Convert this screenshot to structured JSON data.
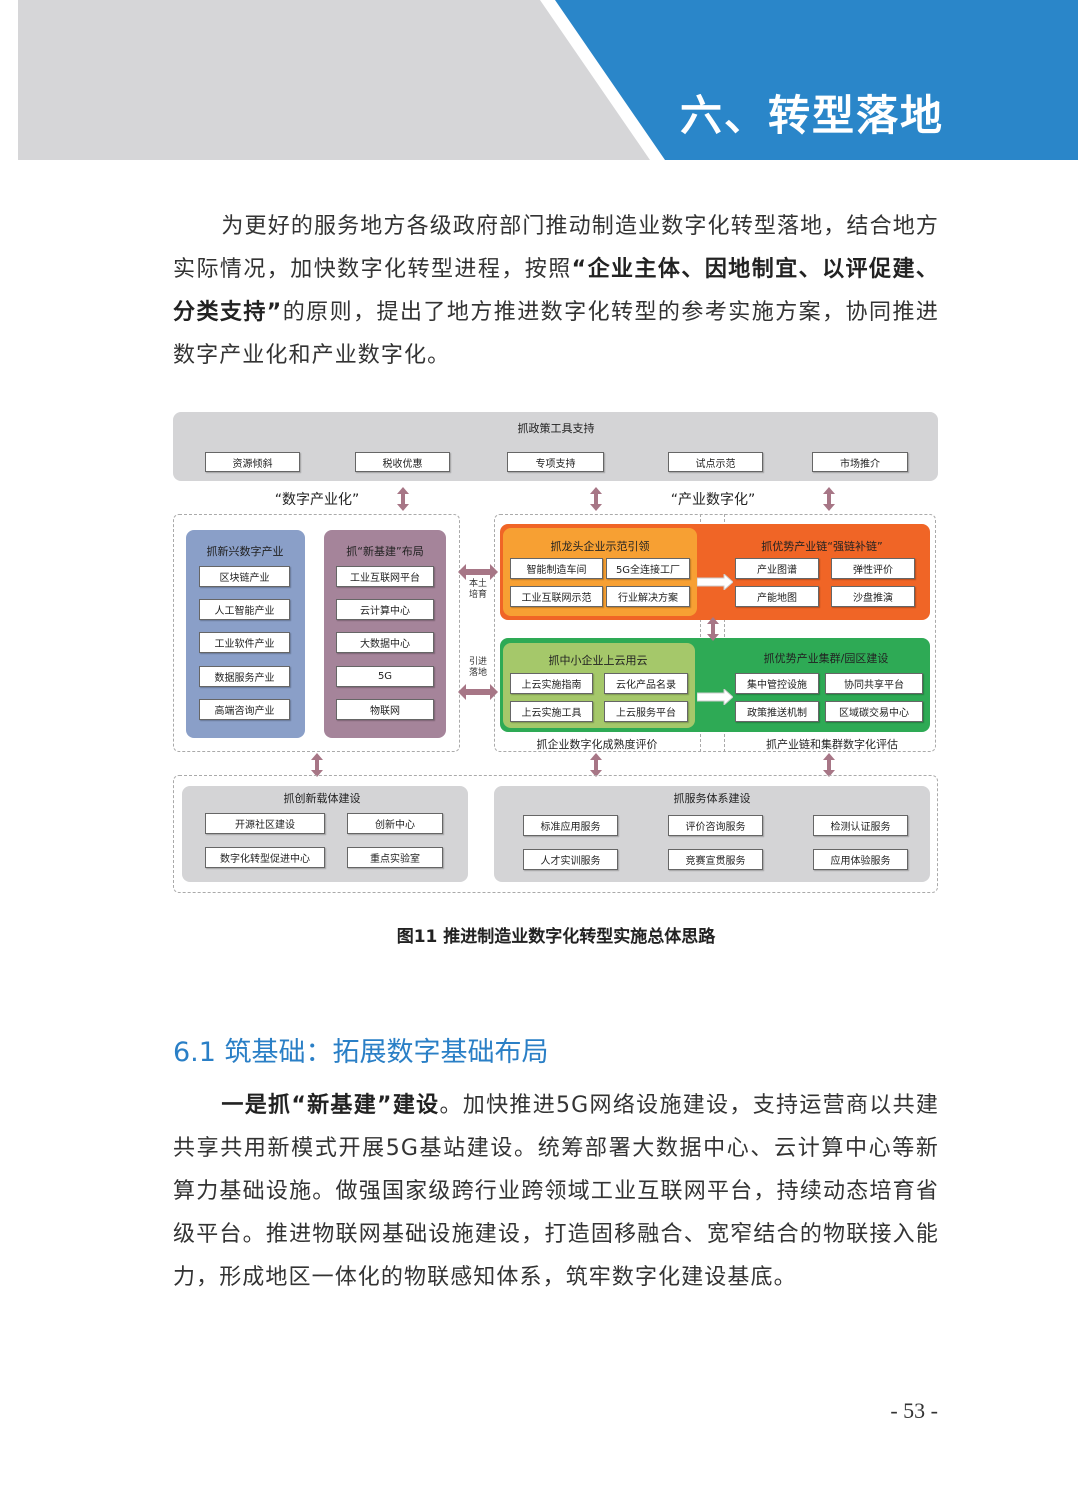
{
  "header": {
    "title": "六、转型落地"
  },
  "intro": {
    "p1a": "为更好的服务地方各级政府部门推动制造业数字化转型落地，结合地方实际情况，加快数字化转型进程，按照",
    "p1b": "“企业主体、因地制宜、以评促建、分类支持”",
    "p1c": "的原则，提出了地方推进数字化转型的参考实施方案，协同推进数字产业化和产业数字化。"
  },
  "diagram": {
    "policy": {
      "title": "抓政策工具支持",
      "items": [
        "资源倾斜",
        "税收优惠",
        "专项支持",
        "试点示范",
        "市场推介"
      ]
    },
    "digital_industrialization": "“数字产业化”",
    "industrial_digitalization": "“产业数字化”",
    "emerging": {
      "title": "抓新兴数字产业",
      "items": [
        "区块链产业",
        "人工智能产业",
        "工业软件产业",
        "数据服务产业",
        "高端咨询产业"
      ]
    },
    "new_infra": {
      "title": "抓“新基建”布局",
      "items": [
        "工业互联网平台",
        "云计算中心",
        "大数据中心",
        "5G",
        "物联网"
      ]
    },
    "local_cultivation": "本土培育",
    "introduce": "引进落地",
    "leader": {
      "title": "抓龙头企业示范引领",
      "items": [
        "智能制造车间",
        "5G全连接工厂",
        "工业互联网示范",
        "行业解决方案"
      ]
    },
    "chain": {
      "title": "抓优势产业链“强链补链”",
      "items": [
        "产业图谱",
        "弹性评价",
        "产能地图",
        "沙盘推演"
      ]
    },
    "sme": {
      "title": "抓中小企业上云用云",
      "items": [
        "上云实施指南",
        "云化产品名录",
        "上云实施工具",
        "上云服务平台"
      ]
    },
    "cluster": {
      "title": "抓优势产业集群/园区建设",
      "items": [
        "集中管控设施",
        "协同共享平台",
        "政策推送机制",
        "区域碳交易中心"
      ]
    },
    "maturity": "抓企业数字化成熟度评价",
    "chain_eval": "抓产业链和集群数字化评估",
    "innovation": {
      "title": "抓创新载体建设",
      "items": [
        "开源社区建设",
        "创新中心",
        "数字化转型促进中心",
        "重点实验室"
      ]
    },
    "service": {
      "title": "抓服务体系建设",
      "items": [
        "标准应用服务",
        "评价咨询服务",
        "检测认证服务",
        "人才实训服务",
        "竞赛宣贯服务",
        "应用体验服务"
      ]
    },
    "colors": {
      "blue": "#8a9fc8",
      "purple": "#a5849a",
      "orange": "#f06526",
      "light_orange": "#f7a033",
      "green": "#2eaa55",
      "light_green": "#a5c86a",
      "arrow": "#a77686"
    }
  },
  "caption": "图11 推进制造业数字化转型实施总体思路",
  "section": {
    "heading": "6.1 筑基础：拓展数字基础布局",
    "p_bold": "一是抓“新基建”建设",
    "p_text": "。加快推进5G网络设施建设，支持运营商以共建共享共用新模式开展5G基站建设。统筹部署大数据中心、云计算中心等新算力基础设施。做强国家级跨行业跨领域工业互联网平台，持续动态培育省级平台。推进物联网基础设施建设，打造固移融合、宽窄结合的物联接入能力，形成地区一体化的物联感知体系，筑牢数字化建设基底。"
  },
  "page_number": "- 53 -"
}
